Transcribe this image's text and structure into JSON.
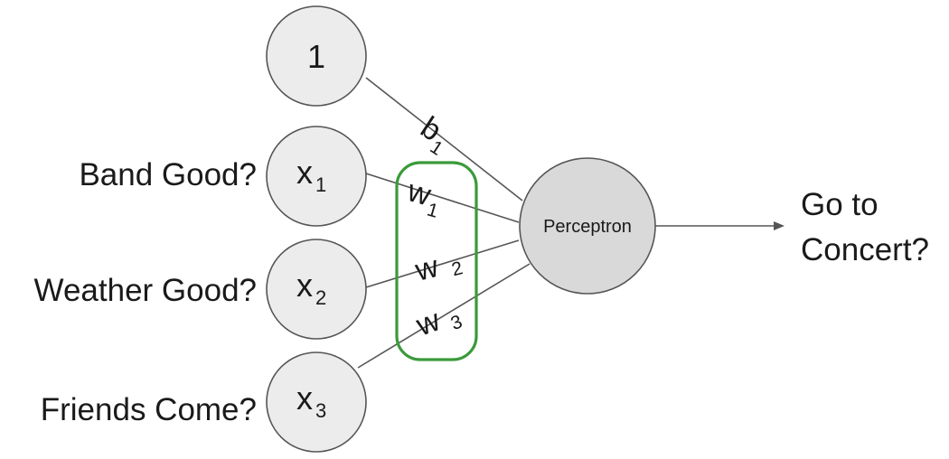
{
  "bias_node": {
    "value": "1"
  },
  "inputs": [
    {
      "question": "Band Good?",
      "symbol": "x",
      "subscript": "1"
    },
    {
      "question": "Weather Good?",
      "symbol": "x",
      "subscript": "2"
    },
    {
      "question": "Friends Come?",
      "symbol": "x",
      "subscript": "3"
    }
  ],
  "bias_weight": {
    "symbol": "b",
    "subscript": "1"
  },
  "weights": [
    {
      "symbol": "w",
      "subscript": "1"
    },
    {
      "symbol": "w",
      "subscript": "2"
    },
    {
      "symbol": "w",
      "subscript": "3"
    }
  ],
  "perceptron": {
    "label": "Perceptron"
  },
  "output": {
    "line1": "Go to",
    "line2": "Concert?"
  },
  "colors": {
    "node_fill": "#ececec",
    "node_stroke": "#555555",
    "perceptron_fill": "#d9d9d9",
    "edge": "#555555",
    "highlight_box": "#3a9a3a"
  }
}
